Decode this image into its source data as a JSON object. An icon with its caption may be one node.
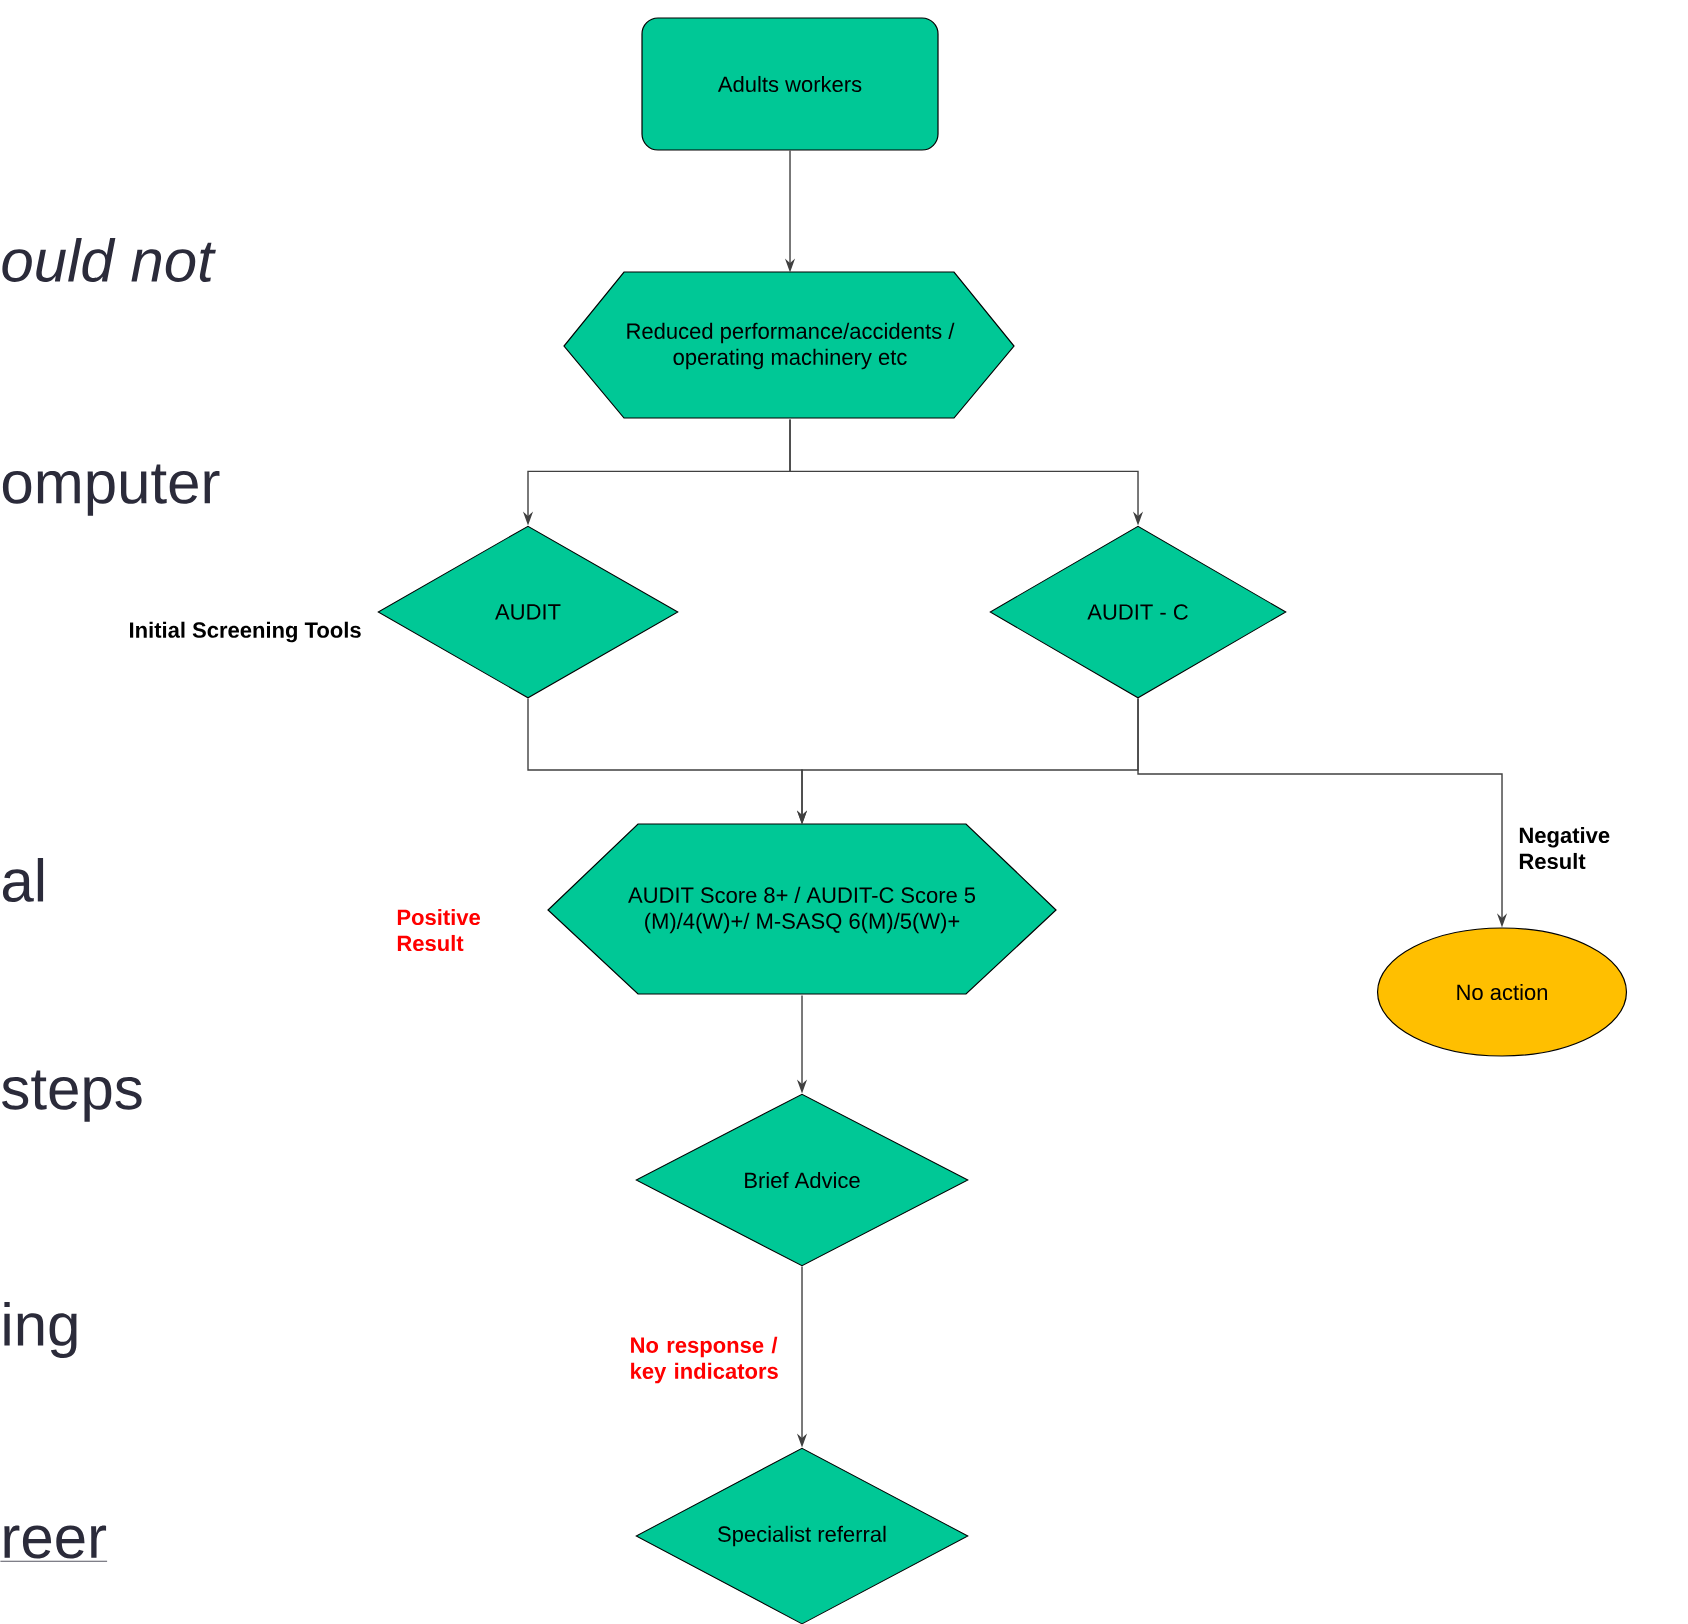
{
  "diagram": {
    "nodes": [
      {
        "text": [
          "Adults workers"
        ]
      },
      {
        "text": [
          "Reduced performance/accidents / operating machinery etc"
        ]
      },
      {
        "text": [
          "AUDIT"
        ]
      },
      {
        "text": [
          "AUDIT - C"
        ]
      },
      {
        "text": [
          "AUDIT Score 8+ / AUDIT-C Score 5 (M)/4(W)+/ M-SASQ 6(M)/5(W)+"
        ]
      },
      {
        "text": [
          "No action"
        ]
      },
      {
        "text": [
          "Brief Advice"
        ]
      },
      {
        "text": [
          "Specialist referral"
        ]
      }
    ],
    "edges": [
      {
        "from": 0,
        "to": 1,
        "arrow": "to"
      },
      {
        "from": 1,
        "to": 2,
        "arrow": "to"
      },
      {
        "from": 1,
        "to": 3,
        "arrow": "to"
      },
      {
        "from": 2,
        "to": 4,
        "arrow": "to"
      },
      {
        "from": 3,
        "to": 4,
        "arrow": "to"
      },
      {
        "from": 3,
        "to": 5,
        "arrow": "to",
        "label": "Negative Result"
      },
      {
        "from": 4,
        "to": 6,
        "arrow": "to"
      },
      {
        "from": 6,
        "to": 7,
        "arrow": "to",
        "label": "No response / key indicators"
      }
    ],
    "labels": [
      "ould not",
      "omputer",
      "al",
      "steps",
      "ing",
      "reer",
      "Initial Screening Tools",
      "Positive Result"
    ]
  }
}
